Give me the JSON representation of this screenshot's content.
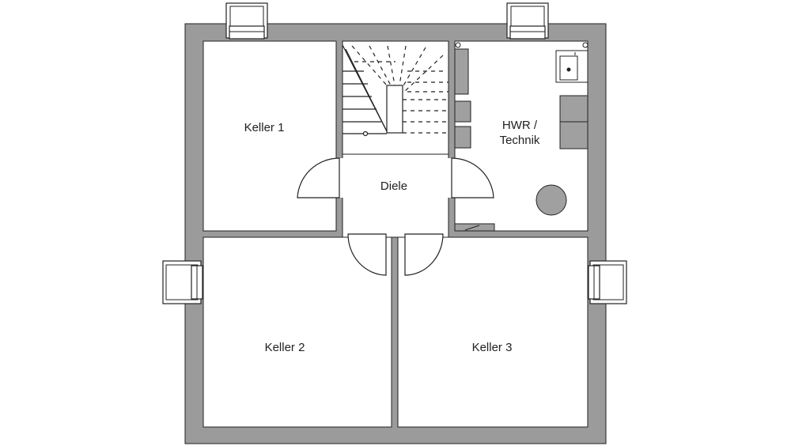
{
  "rooms": {
    "keller1": "Keller 1",
    "diele": "Diele",
    "hwr_line1": "HWR /",
    "hwr_line2": "Technik",
    "keller2": "Keller 2",
    "keller3": "Keller 3"
  },
  "colors": {
    "wall": "#9b9b9b",
    "line": "#222222",
    "fixture": "#a0a0a0",
    "background": "#ffffff"
  }
}
